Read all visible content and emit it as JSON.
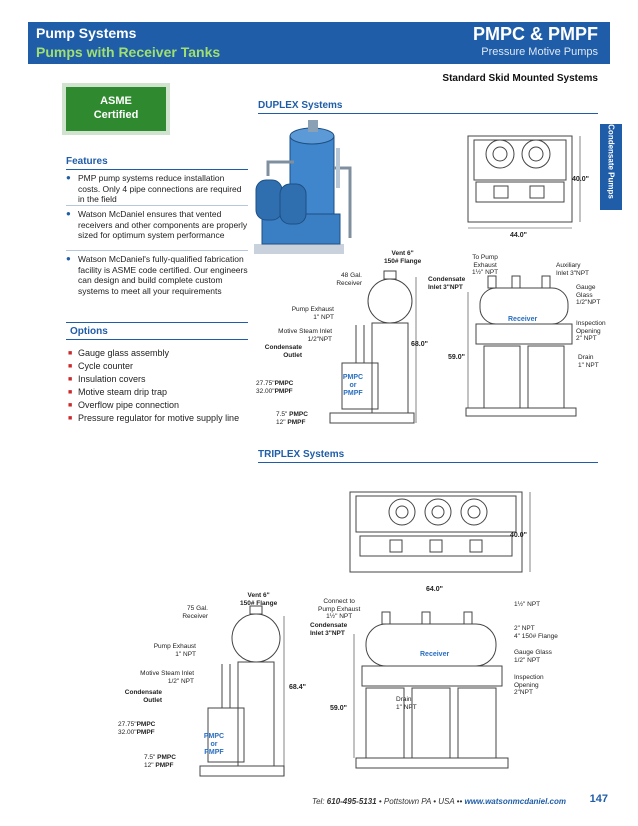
{
  "header": {
    "line1": "Pump Systems",
    "line2": "Pumps with Receiver Tanks",
    "product": "PMPC & PMPF",
    "product_sub": "Pressure Motive Pumps"
  },
  "standard_title": "Standard Skid Mounted Systems",
  "side_tab": "Condensate Pumps",
  "asme": {
    "line1": "ASME",
    "line2": "Certified"
  },
  "features": {
    "title": "Features",
    "items": [
      "PMP pump systems reduce installation costs. Only 4 pipe connections are required in the field",
      "Watson McDaniel ensures that vented receivers and other components are properly sized for optimum system performance",
      "Watson McDaniel's fully-qualified fabrication facility is ASME code certified. Our engineers can design and build complete custom systems to meet all your requirements"
    ]
  },
  "options": {
    "title": "Options",
    "items": [
      "Gauge glass assembly",
      "Cycle counter",
      "Insulation covers",
      "Motive steam drip trap",
      "Overflow pipe connection",
      "Pressure regulator for motive supply line"
    ]
  },
  "duplex": {
    "title": "DUPLEX Systems",
    "dim_width": "44.0\"",
    "dim_height_top": "40.0\"",
    "dim_height": "68.0\"",
    "dim_mid": "59.0\"",
    "labels": {
      "vent": "Vent 6\"",
      "vent2": "150# Flange",
      "receiver_gal": "48 Gal.",
      "receiver_word": "Receiver",
      "pump_exhaust": "Pump Exhaust",
      "pump_exhaust_size": "1\" NPT",
      "motive_steam": "Motive Steam Inlet",
      "motive_size": "1/2\"NPT",
      "cond_outlet": "Condensate",
      "cond_outlet2": "Outlet",
      "h1": "27.75\"",
      "h1b": "PMPC",
      "h2": "32.00\"",
      "h2b": "PMPF",
      "b1": "7.5\"",
      "b1b": "PMPC",
      "b2": "12\"",
      "b2b": "PMPF",
      "pump_label1": "PMPC",
      "pump_label2": "or",
      "pump_label3": "PMPF",
      "cond_inlet": "Condensate",
      "cond_inlet2": "Inlet 3\"NPT",
      "to_pump": "To Pump",
      "to_pump2": "Exhaust",
      "to_pump3": "1½\" NPT",
      "aux": "Auxiliary",
      "aux2": "Inlet 3\"NPT",
      "gauge": "Gauge",
      "gauge2": "Glass",
      "gauge3": "1/2\"NPT",
      "insp": "Inspection",
      "insp2": "Opening",
      "insp3": "2\" NPT",
      "drain": "Drain",
      "drain2": "1\" NPT",
      "receiver": "Receiver"
    }
  },
  "triplex": {
    "title": "TRIPLEX Systems",
    "dim_width": "64.0\"",
    "dim_height_top": "40.0\"",
    "dim_height": "68.4\"",
    "dim_mid": "59.0\"",
    "labels": {
      "vent": "Vent 6\"",
      "vent2": "150# Flange",
      "receiver_gal": "75 Gal.",
      "receiver_word": "Receiver",
      "pump_exhaust": "Pump Exhaust",
      "pump_exhaust_size": "1\" NPT",
      "motive_steam": "Motive Steam Inlet",
      "motive_size": "1/2\" NPT",
      "cond_outlet": "Condensate",
      "cond_outlet2": "Outlet",
      "h1": "27.75\"",
      "h1b": "PMPC",
      "h2": "32.00\"",
      "h2b": "PMPF",
      "b1": "7.5\"",
      "b1b": "PMPC",
      "b2": "12\"",
      "b2b": "PMPF",
      "pump_label1": "PMPC",
      "pump_label2": "or",
      "pump_label3": "PMPF",
      "connect": "Connect to",
      "connect2": "Pump Exhaust",
      "connect3": "1½\" NPT",
      "cond_inlet": "Condensate",
      "cond_inlet2": "Inlet 3\"NPT",
      "npt15": "1½\" NPT",
      "npt2": "2\" NPT",
      "flange": "4\" 150# Flange",
      "gauge": "Gauge Glass",
      "gauge2": "1/2\" NPT",
      "insp": "Inspection",
      "insp2": "Opening",
      "insp3": "2\"NPT",
      "drain": "Drain",
      "drain2": "1\" NPT",
      "receiver": "Receiver"
    }
  },
  "footer": {
    "tel_label": "Tel:",
    "tel": "610-495-5131",
    "location": "• Pottstown PA • USA ••",
    "web": "www.watsonmcdaniel.com",
    "page": "147"
  },
  "colors": {
    "brand_blue": "#1f5da8",
    "green": "#2f8a2f",
    "light_green": "#9fe070"
  }
}
